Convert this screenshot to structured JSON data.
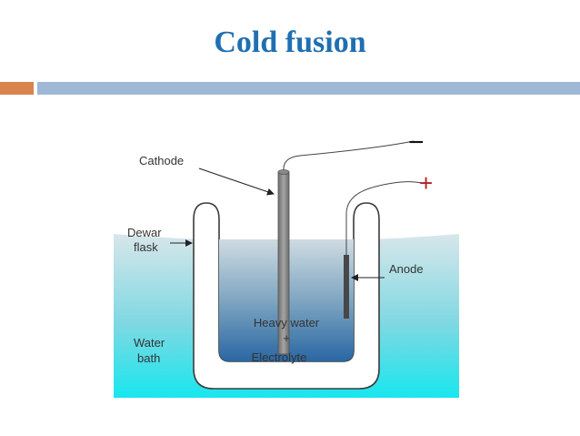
{
  "title": "Cold fusion",
  "colors": {
    "title": "#1f6fb2",
    "accent_bar": "#d9834e",
    "header_bar": "#9eb8d5"
  },
  "diagram": {
    "labels": {
      "cathode": "Cathode",
      "dewar_line1": "Dewar",
      "dewar_line2": "flask",
      "anode": "Anode",
      "water_bath_line1": "Water",
      "water_bath_line2": "bath",
      "heavy_water_line1": "Heavy water",
      "heavy_water_line2": "+",
      "heavy_water_line3": "Electrolyte"
    },
    "terminals": {
      "negative": "−",
      "positive": "+"
    }
  }
}
